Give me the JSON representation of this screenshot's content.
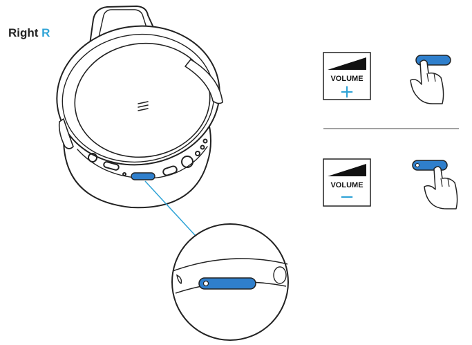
{
  "side": {
    "label": "Right",
    "letter": "R"
  },
  "accent_color": "#2f7fcc",
  "label_color": "#2fa3d6",
  "controls": [
    {
      "name": "volume-up",
      "icon_label": "VOLUME",
      "symbol": "+",
      "gesture": "swipe-right-finger-icon"
    },
    {
      "name": "volume-down",
      "icon_label": "VOLUME",
      "symbol": "−",
      "gesture": "swipe-left-finger-icon"
    }
  ]
}
